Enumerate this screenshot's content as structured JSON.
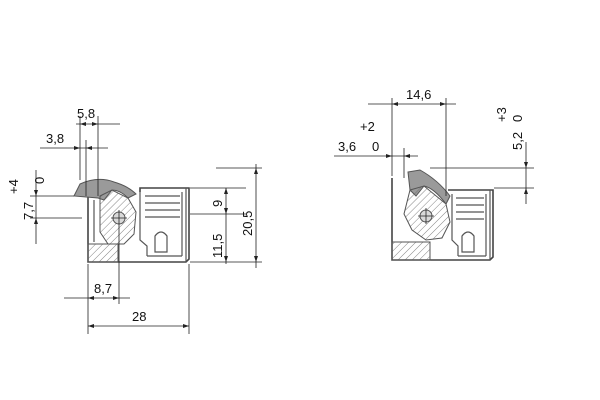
{
  "left_view": {
    "dim_5_8": "5,8",
    "dim_3_8": "3,8",
    "tol_plus4": "+4",
    "tol_zero": "0",
    "dim_7_7": "7,7",
    "dim_9": "9",
    "dim_11_5": "11,5",
    "dim_20_5": "20,5",
    "dim_8_7": "8,7",
    "dim_28": "28"
  },
  "right_view": {
    "dim_14_6": "14,6",
    "tol_plus2": "+2",
    "dim_3_6": "3,6",
    "tol_zero_a": "0",
    "tol_plus3": "+3",
    "dim_5_2": "5,2",
    "tol_zero_b": "0"
  }
}
